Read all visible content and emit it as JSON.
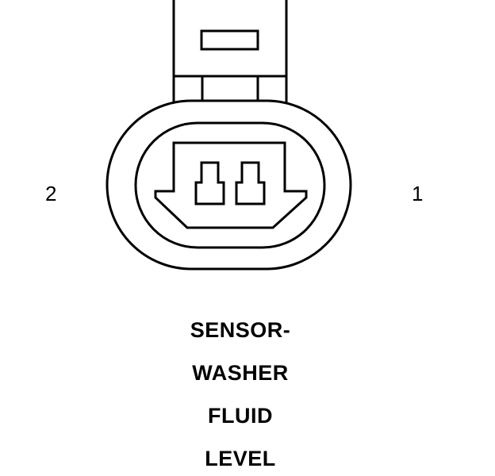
{
  "pin_labels": {
    "left": "2",
    "right": "1"
  },
  "caption_lines": [
    "SENSOR-",
    "WASHER",
    "FLUID",
    "LEVEL"
  ],
  "colors": {
    "stroke": "#000000",
    "background": "#ffffff"
  }
}
